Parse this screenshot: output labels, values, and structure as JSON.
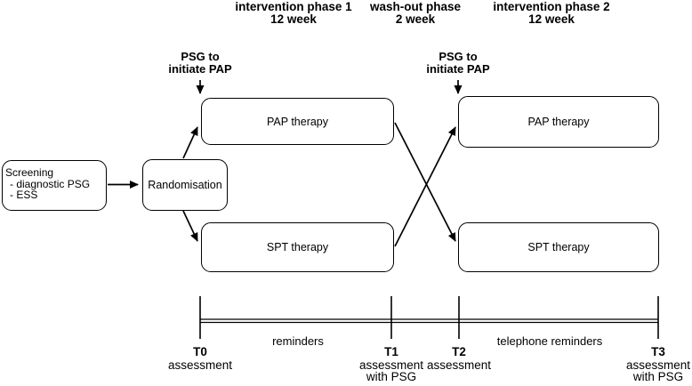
{
  "phases": [
    {
      "label": "intervention phase 1",
      "duration": "12 week"
    },
    {
      "label": "wash-out phase",
      "duration": "2 week"
    },
    {
      "label": "intervention phase 2",
      "duration": "12 week"
    }
  ],
  "psg_notes": [
    {
      "line1": "PSG to",
      "line2": "initiate PAP"
    },
    {
      "line1": "PSG to",
      "line2": "initiate PAP"
    }
  ],
  "boxes": {
    "screening": {
      "title": "Screening",
      "items": [
        "- diagnostic PSG",
        "- ESS"
      ]
    },
    "randomisation": {
      "label": "Randomisation"
    },
    "pap_phase1": {
      "label": "PAP therapy"
    },
    "spt_phase1": {
      "label": "SPT therapy"
    },
    "pap_phase2": {
      "label": "PAP therapy"
    },
    "spt_phase2": {
      "label": "SPT therapy"
    }
  },
  "timeline": {
    "points": [
      {
        "name": "T0",
        "line1": "assessment",
        "line2": ""
      },
      {
        "name": "T1",
        "line1": "assessment",
        "line2": "with PSG"
      },
      {
        "name": "T2",
        "line1": "assessment",
        "line2": ""
      },
      {
        "name": "T3",
        "line1": "assessment",
        "line2": "with PSG"
      }
    ],
    "segment_labels": [
      "reminders",
      "telephone reminders"
    ]
  },
  "colors": {
    "line": "#000000",
    "background": "#ffffff",
    "text": "#000000"
  }
}
